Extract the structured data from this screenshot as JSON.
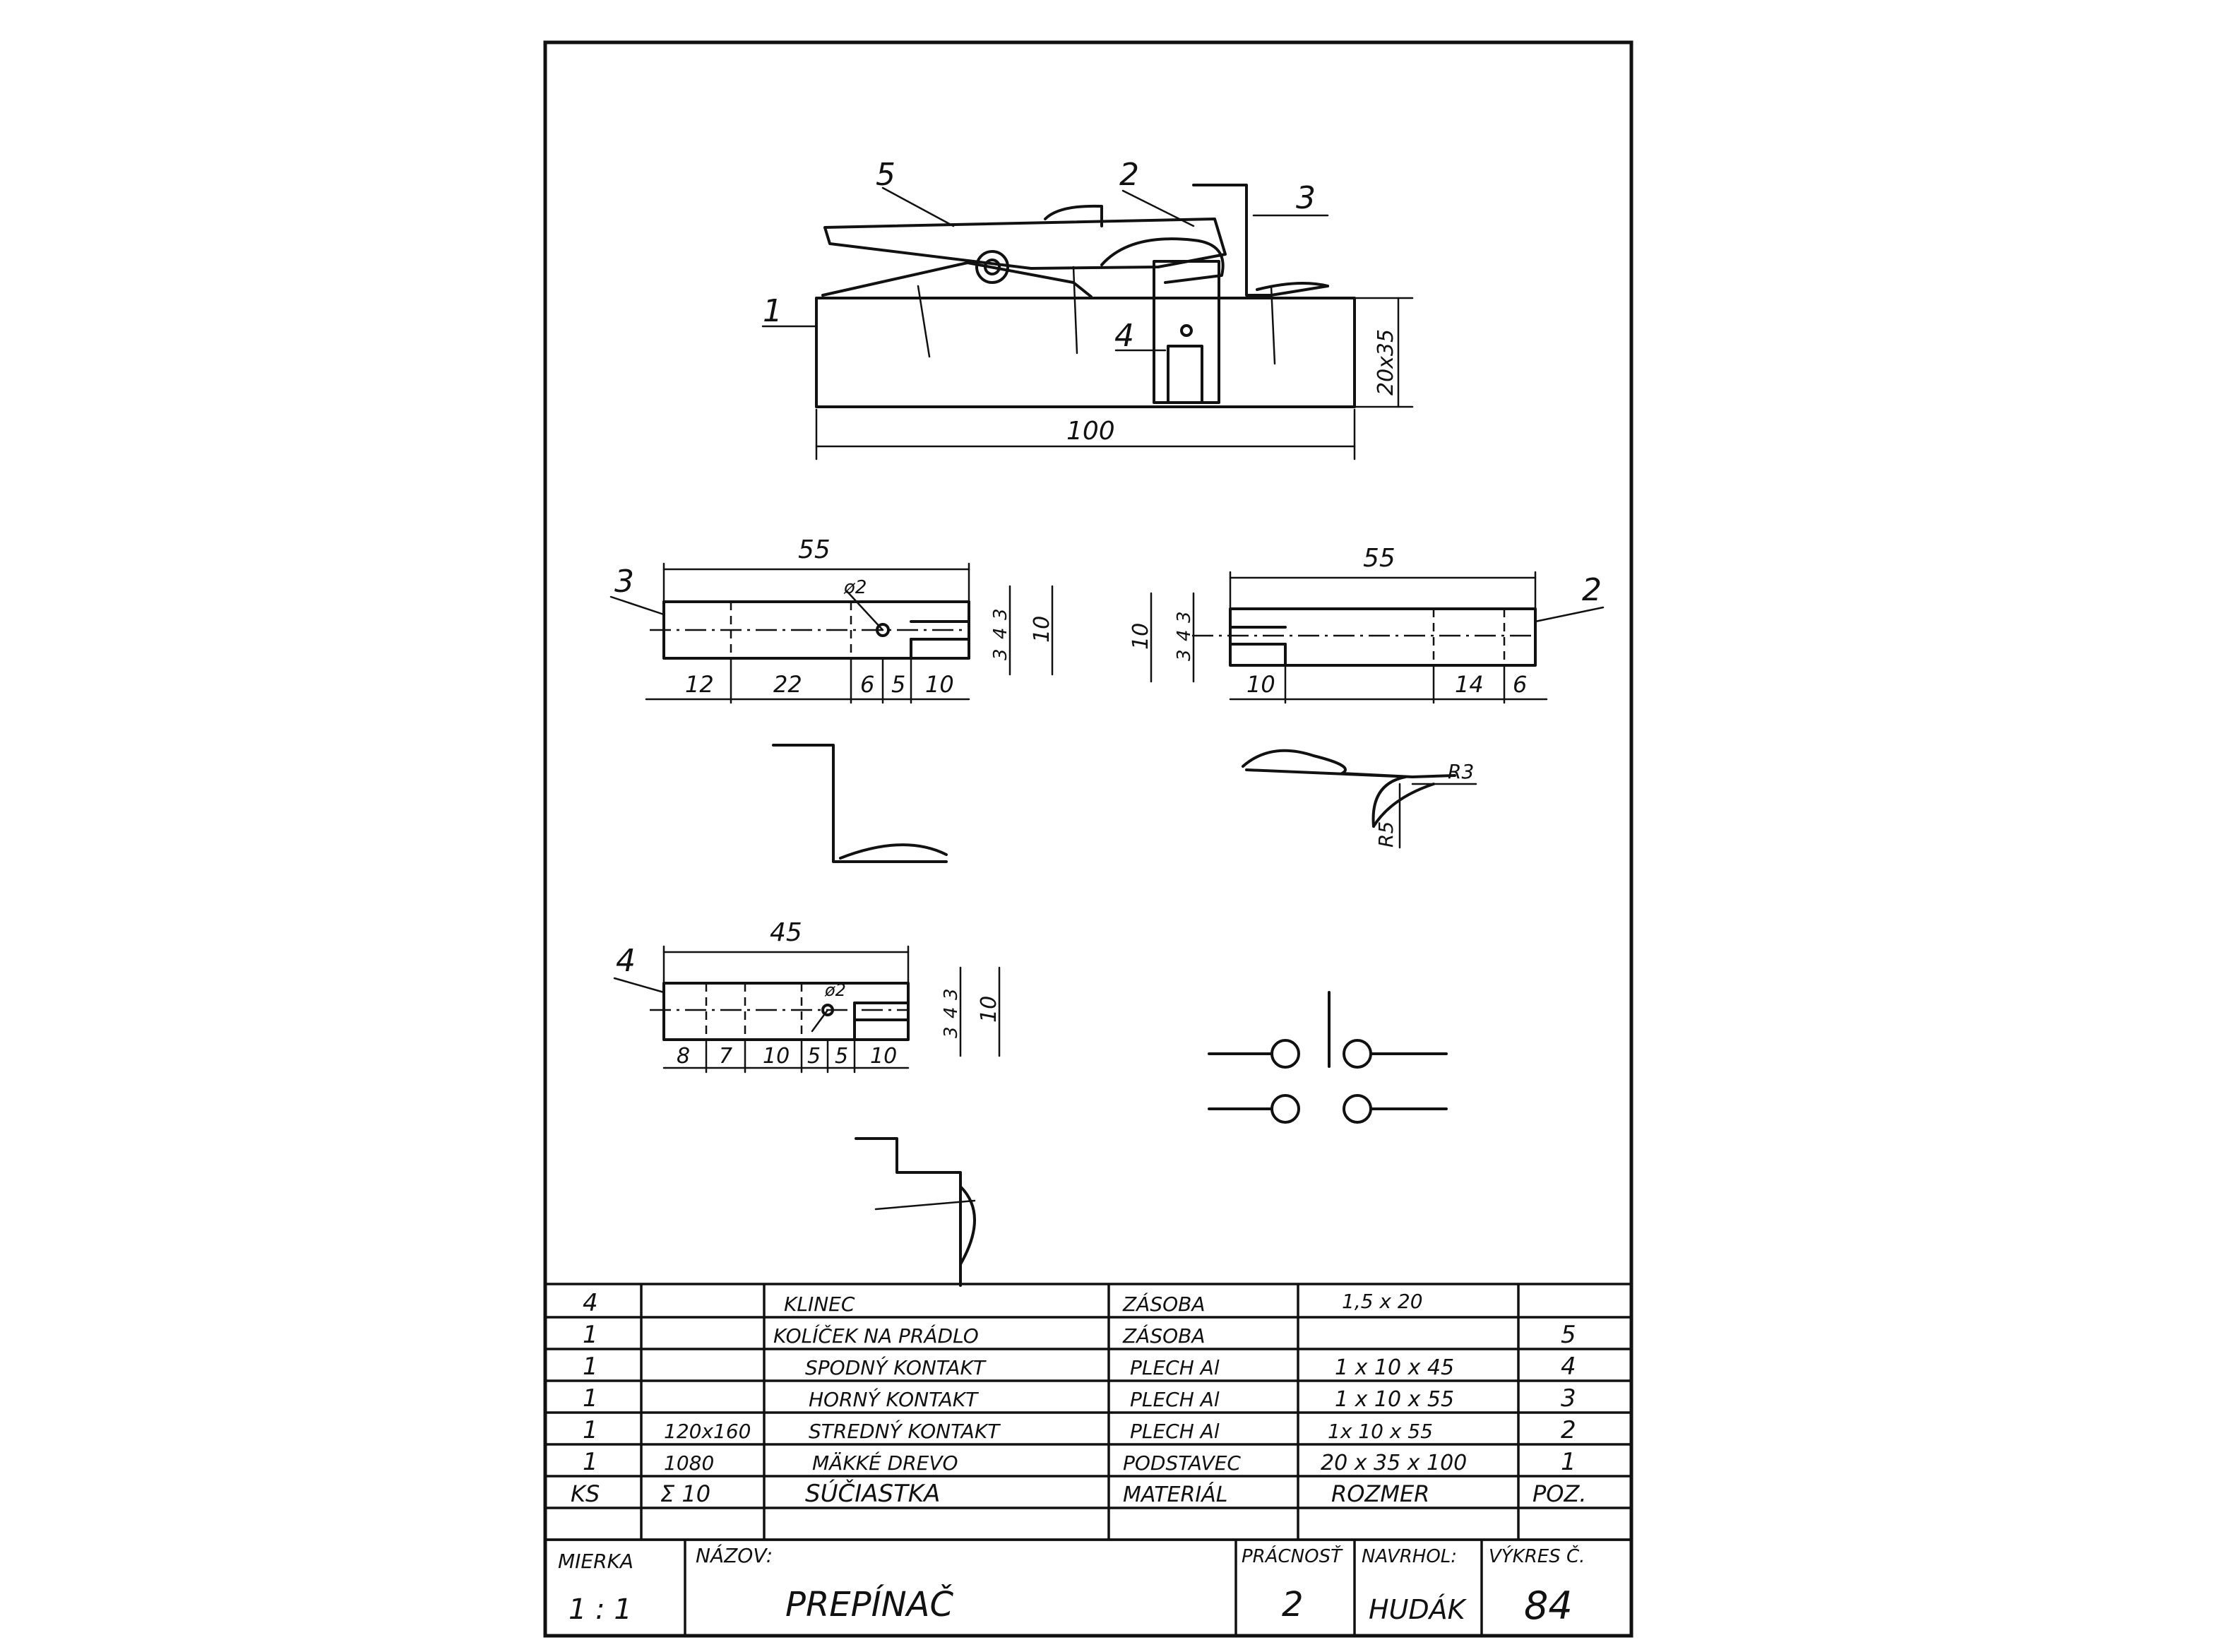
{
  "labels": {
    "callout_1": "1",
    "callout_2": "2",
    "callout_3": "3",
    "callout_4": "4",
    "callout_5": "5"
  },
  "dimensions": {
    "assembly_length": "100",
    "assembly_section": "20x35",
    "part3_length": "55",
    "part3_hole": "ø2",
    "part3_segments": [
      "12",
      "22",
      "6",
      "5",
      "10"
    ],
    "part3_heights": [
      "3",
      "4",
      "3",
      "10"
    ],
    "part2_length": "55",
    "part2_heights": [
      "10",
      "3",
      "4",
      "3"
    ],
    "part2_bottom": [
      "10",
      "14",
      "6"
    ],
    "part2_radius_a": "R3",
    "part2_radius_b": "R5",
    "part4_length": "45",
    "part4_hole": "ø2",
    "part4_segments": [
      "8",
      "7",
      "10",
      "5",
      "5",
      "10"
    ],
    "part4_heights": [
      "3",
      "4",
      "3",
      "10"
    ]
  },
  "parts_list": {
    "header": {
      "qty": "KS",
      "weight": "Σ 10",
      "name": "SÚČIASTKA",
      "material": "MATERIÁL",
      "size": "ROZMER",
      "pos": "POZ."
    },
    "rows": [
      {
        "qty": "4",
        "weight": "",
        "name": "KLINEC",
        "material": "ZÁSOBA",
        "size": "1,5 x 20",
        "pos": ""
      },
      {
        "qty": "1",
        "weight": "",
        "name": "KOLÍČEK NA PRÁDLO",
        "material": "ZÁSOBA",
        "size": "",
        "pos": "5"
      },
      {
        "qty": "1",
        "weight": "",
        "name": "SPODNÝ KONTAKT",
        "material": "PLECH Al",
        "size": "1 x 10 x 45",
        "pos": "4"
      },
      {
        "qty": "1",
        "weight": "",
        "name": "HORNÝ KONTAKT",
        "material": "PLECH Al",
        "size": "1 x 10 x 55",
        "pos": "3"
      },
      {
        "qty": "1",
        "weight": "120x160",
        "name": "STREDNÝ KONTAKT",
        "material": "PLECH Al",
        "size": "1x 10 x 55",
        "pos": "2"
      },
      {
        "qty": "1",
        "weight": "1080",
        "name": "MÄKKÉ DREVO",
        "material": "PODSTAVEC",
        "size": "20 x 35 x 100",
        "pos": "1"
      }
    ]
  },
  "title_block": {
    "scale_label": "MIERKA",
    "scale_value": "1 : 1",
    "name_label": "NÁZOV:",
    "name_value": "PREPÍNAČ",
    "difficulty_label": "PRÁCNOSŤ",
    "difficulty_value": "2",
    "designer_label": "NAVRHOL:",
    "designer_value": "HUDÁK",
    "drawing_no_label": "VÝKRES Č.",
    "drawing_no_value": "84"
  }
}
